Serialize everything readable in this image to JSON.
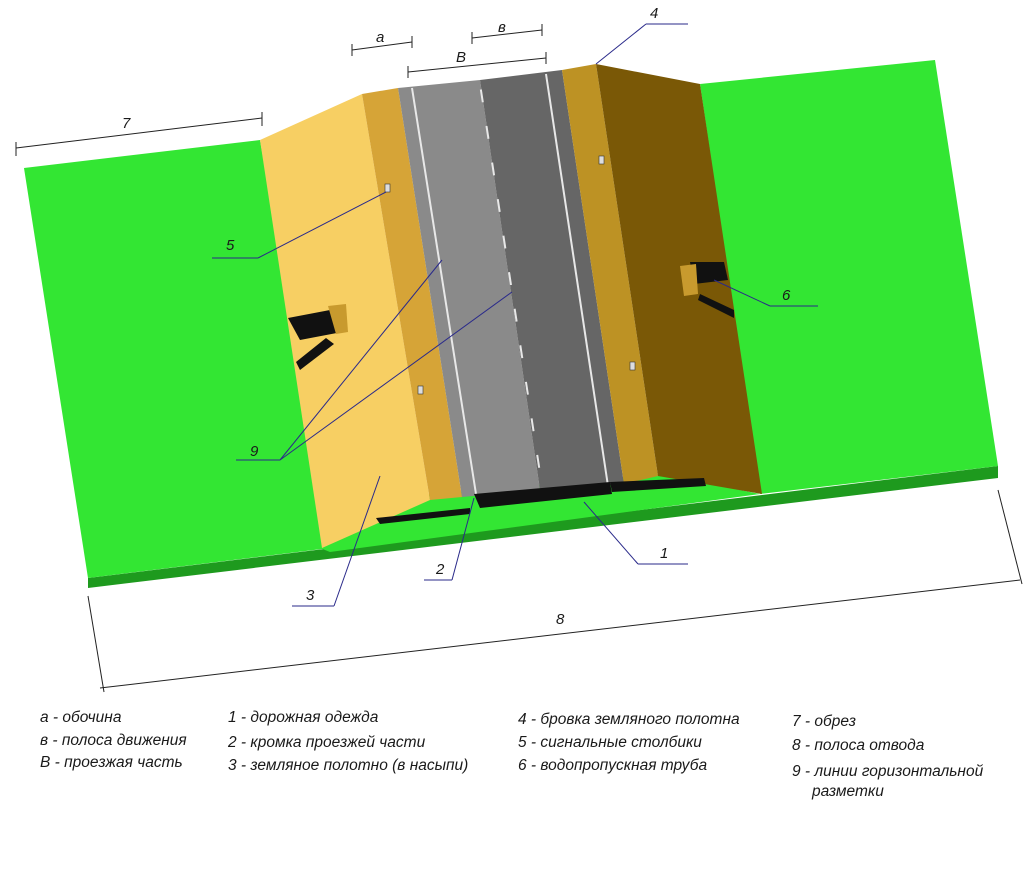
{
  "colors": {
    "ground": "#33e633",
    "ground_edge": "#1e9a1e",
    "slope_light": "#f7cf63",
    "shoulder_left": "#d6a437",
    "asphalt_left": "#8a8a8a",
    "asphalt_right": "#666666",
    "shoulder_right": "#bd9224",
    "slope_dark": "#7a5806",
    "pipe": "#111111",
    "marking": "#e8e8e8"
  },
  "labels": {
    "a": "а",
    "v_small": "в",
    "V_big": "В",
    "n1": "1",
    "n2": "2",
    "n3": "3",
    "n4": "4",
    "n5": "5",
    "n6": "6",
    "n7": "7",
    "n8": "8",
    "n9": "9"
  },
  "legend": {
    "col1": [
      "а - обочина",
      "в - полоса движения",
      "В - проезжая часть"
    ],
    "col2": [
      "1 - дорожная одежда",
      "2 - кромка проезжей части",
      "3 - земляное полотно (в насыпи)"
    ],
    "col3": [
      "4 - бровка земляного полотна",
      "5 - сигнальные столбики",
      "6 - водопропускная труба"
    ],
    "col4": [
      "7 - обрез",
      "8 - полоса отвода",
      "9 - линии горизонтальной",
      "разметки"
    ]
  }
}
